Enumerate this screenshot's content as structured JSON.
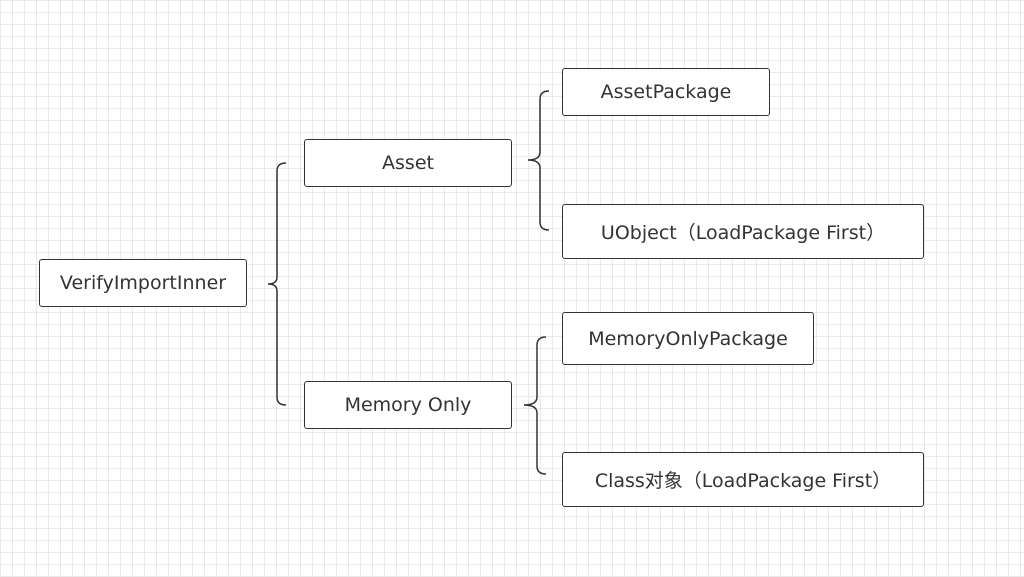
{
  "diagram": {
    "root": {
      "label": "VerifyImportInner"
    },
    "branches": [
      {
        "label": "Asset",
        "children": [
          {
            "label": "AssetPackage"
          },
          {
            "label": "UObject（LoadPackage First）"
          }
        ]
      },
      {
        "label": "Memory Only",
        "children": [
          {
            "label": "MemoryOnlyPackage"
          },
          {
            "label": "Class对象（LoadPackage First）"
          }
        ]
      }
    ]
  },
  "colors": {
    "line": "#333333",
    "grid": "#e9e9e9",
    "node_border": "#333333",
    "node_text": "#333333",
    "background": "#ffffff"
  }
}
